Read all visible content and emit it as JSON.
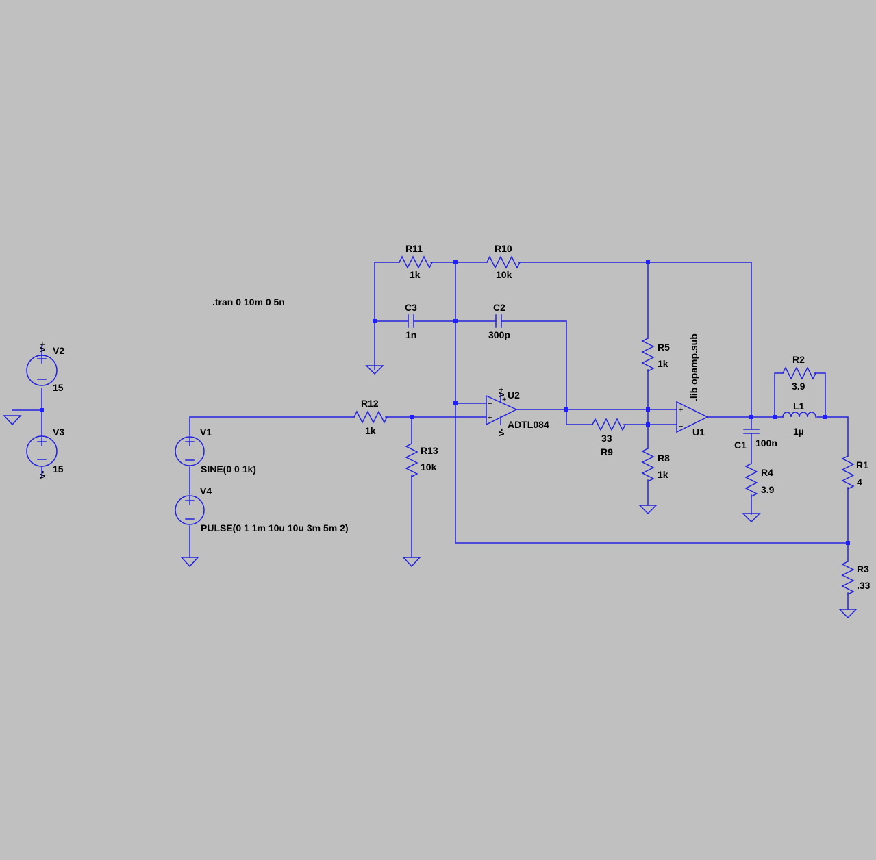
{
  "colors": {
    "background": "#c0c0c0",
    "wire": "#2222dd",
    "junction": "#1f1fff",
    "text": "#000000"
  },
  "directives": {
    "tran": ".tran 0 10m 0 5n",
    "lib": ".lib opamp.sub"
  },
  "supply": {
    "v2": {
      "name": "V2",
      "value": "15",
      "net": "v+"
    },
    "v3": {
      "name": "V3",
      "value": "15",
      "net": "v-"
    }
  },
  "sources": {
    "v1": {
      "name": "V1",
      "value": "SINE(0 0 1k)"
    },
    "v4": {
      "name": "V4",
      "value": "PULSE(0 1 1m 10u 10u 3m 5m 2)"
    }
  },
  "resistors": {
    "r1": {
      "name": "R1",
      "value": "4"
    },
    "r2": {
      "name": "R2",
      "value": "3.9"
    },
    "r3": {
      "name": "R3",
      "value": ".33"
    },
    "r4": {
      "name": "R4",
      "value": "3.9"
    },
    "r5": {
      "name": "R5",
      "value": "1k"
    },
    "r8": {
      "name": "R8",
      "value": "1k"
    },
    "r9": {
      "name": "R9",
      "value": "33"
    },
    "r10": {
      "name": "R10",
      "value": "10k"
    },
    "r11": {
      "name": "R11",
      "value": "1k"
    },
    "r12": {
      "name": "R12",
      "value": "1k"
    },
    "r13": {
      "name": "R13",
      "value": "10k"
    }
  },
  "capacitors": {
    "c1": {
      "name": "C1",
      "value": "100n"
    },
    "c2": {
      "name": "C2",
      "value": "300p"
    },
    "c3": {
      "name": "C3",
      "value": "1n"
    }
  },
  "inductors": {
    "l1": {
      "name": "L1",
      "value": "1µ"
    }
  },
  "opamps": {
    "u1": {
      "name": "U1"
    },
    "u2": {
      "name": "U2",
      "model": "ADTL084",
      "vplus": "v+",
      "vminus": "v-"
    }
  }
}
